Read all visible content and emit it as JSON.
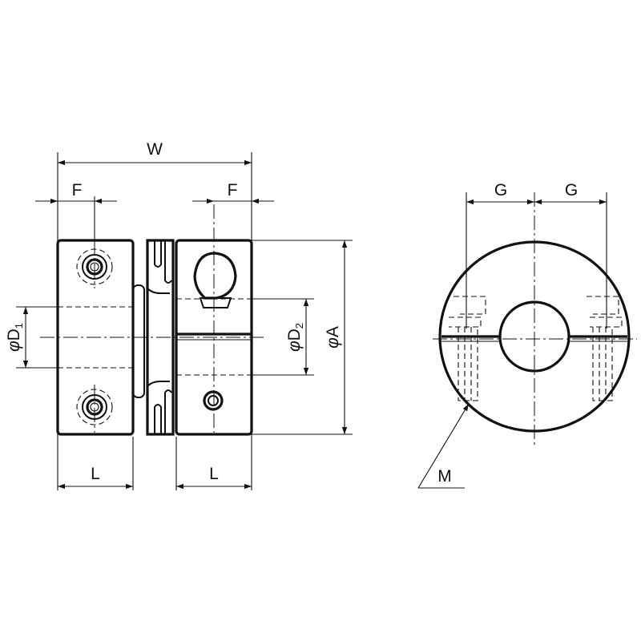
{
  "labels": {
    "W": "W",
    "F_left": "F",
    "F_right": "F",
    "G_left": "G",
    "G_right": "G",
    "L_left": "L",
    "L_right": "L",
    "D1_phi": "φ",
    "D1_letter": "D",
    "D1_sub": "1",
    "D2_phi": "φ",
    "D2_letter": "D",
    "D2_sub": "2",
    "A_phi": "φ",
    "A_letter": "A",
    "M": "M"
  }
}
